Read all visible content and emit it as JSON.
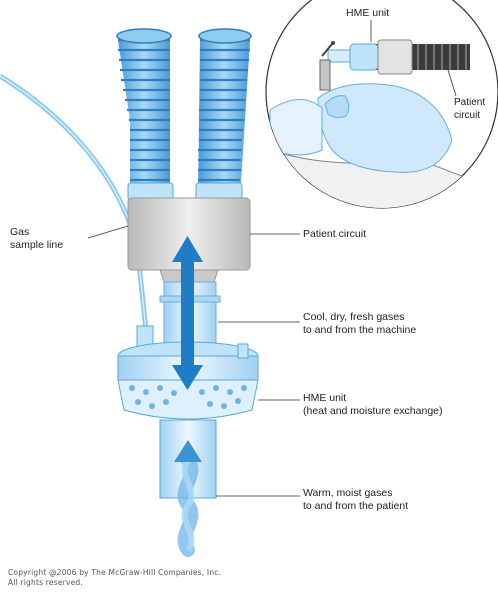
{
  "labels": {
    "gas_sample_line": [
      "Gas",
      "sample line"
    ],
    "patient_circuit": "Patient circuit",
    "cool_dry_gases": [
      "Cool, dry, fresh gases",
      "to and from the machine"
    ],
    "hme_unit": [
      "HME unit",
      "(heat and moisture exchange)"
    ],
    "warm_moist_gases": [
      "Warm, moist gases",
      "to and from the patient"
    ],
    "inset_hme_unit": "HME unit",
    "inset_patient_circuit": [
      "Patient",
      "circuit"
    ]
  },
  "copyright": [
    "Copyright @2006 by The McGraw-Hill Companies, Inc.",
    "All rights reserved."
  ],
  "colors": {
    "hose": "#6fb9ea",
    "hose_dark": "#3f8fcf",
    "collar": "#d9d9d9",
    "arrow": "#1f7cc7",
    "device": "#cde9fb"
  }
}
